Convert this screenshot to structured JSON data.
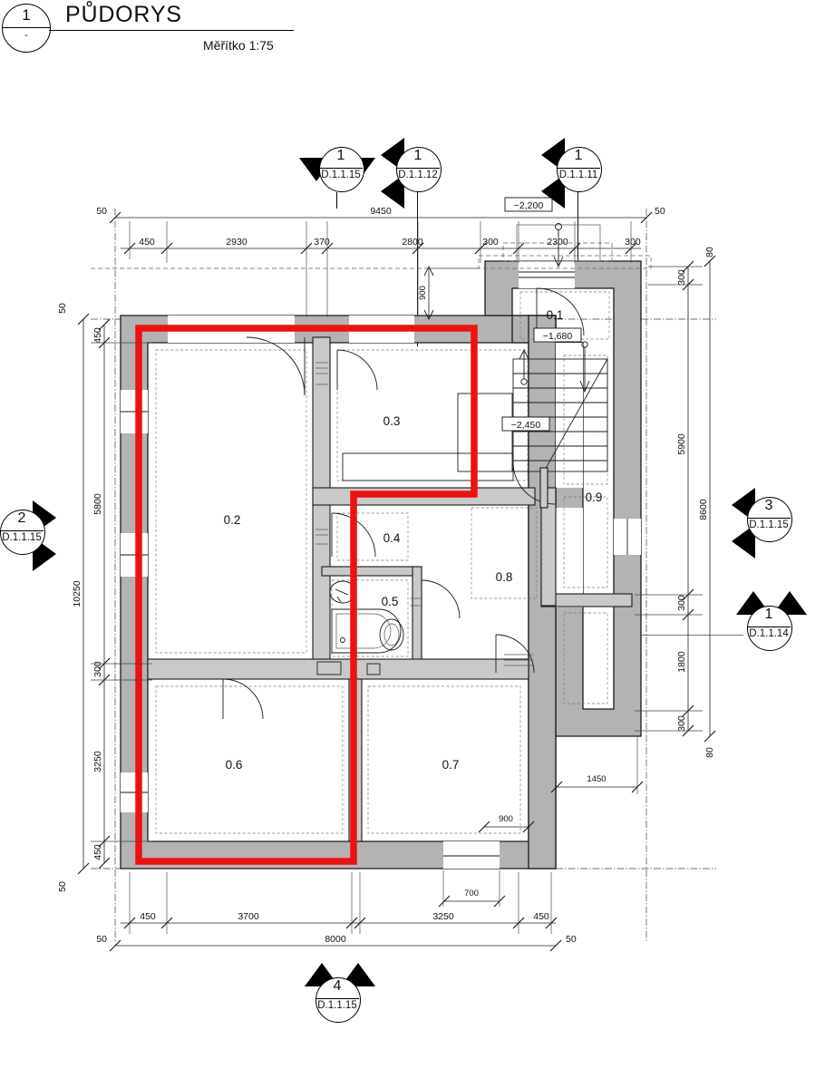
{
  "title_block": {
    "marker_number": "1",
    "marker_sub": "-",
    "title": "PŮDORYS",
    "scale": "Měřítko 1:75"
  },
  "section_markers": [
    {
      "id": "top-1",
      "number": "1",
      "label": "D.1.1.15",
      "direction": "down"
    },
    {
      "id": "top-2",
      "number": "1",
      "label": "D.1.1.12",
      "direction": "left"
    },
    {
      "id": "top-3",
      "number": "1",
      "label": "D.1.1.11",
      "direction": "left"
    },
    {
      "id": "left-1",
      "number": "2",
      "label": "D.1.1.15",
      "direction": "right"
    },
    {
      "id": "right-1",
      "number": "3",
      "label": "D.1.1.15",
      "direction": "left"
    },
    {
      "id": "right-2",
      "number": "1",
      "label": "D.1.1.14",
      "direction": "up"
    },
    {
      "id": "bottom-1",
      "number": "4",
      "label": "D.1.1.15",
      "direction": "up"
    }
  ],
  "rooms": [
    {
      "id": "0.1",
      "label": "0.1"
    },
    {
      "id": "0.2",
      "label": "0.2"
    },
    {
      "id": "0.3",
      "label": "0.3"
    },
    {
      "id": "0.4",
      "label": "0.4"
    },
    {
      "id": "0.5",
      "label": "0.5"
    },
    {
      "id": "0.6",
      "label": "0.6"
    },
    {
      "id": "0.7",
      "label": "0.7"
    },
    {
      "id": "0.8",
      "label": "0.8"
    },
    {
      "id": "0.9",
      "label": "0.9"
    }
  ],
  "elevations": [
    {
      "id": "elev-entry",
      "value": "−2,200"
    },
    {
      "id": "elev-vestibule",
      "value": "−1,680"
    },
    {
      "id": "elev-stair",
      "value": "−2,450"
    }
  ],
  "dimensions": {
    "top_outer": [
      "50",
      "9450",
      "50"
    ],
    "top_inner": [
      "450",
      "2930",
      "370",
      "2800",
      "300",
      "2300",
      "300"
    ],
    "left_outer": [
      "50",
      "10250",
      "50"
    ],
    "left_inner": [
      "450",
      "5800",
      "300",
      "3250",
      "450"
    ],
    "right_outer": [
      "80",
      "8600",
      "80"
    ],
    "right_inner": [
      "300",
      "5900",
      "300",
      "1800",
      "300"
    ],
    "bottom_outer": [
      "50",
      "8000",
      "50"
    ],
    "bottom_inner": [
      "450",
      "3700",
      "3250",
      "450"
    ],
    "interior": [
      "900",
      "1450",
      "900",
      "700"
    ]
  }
}
